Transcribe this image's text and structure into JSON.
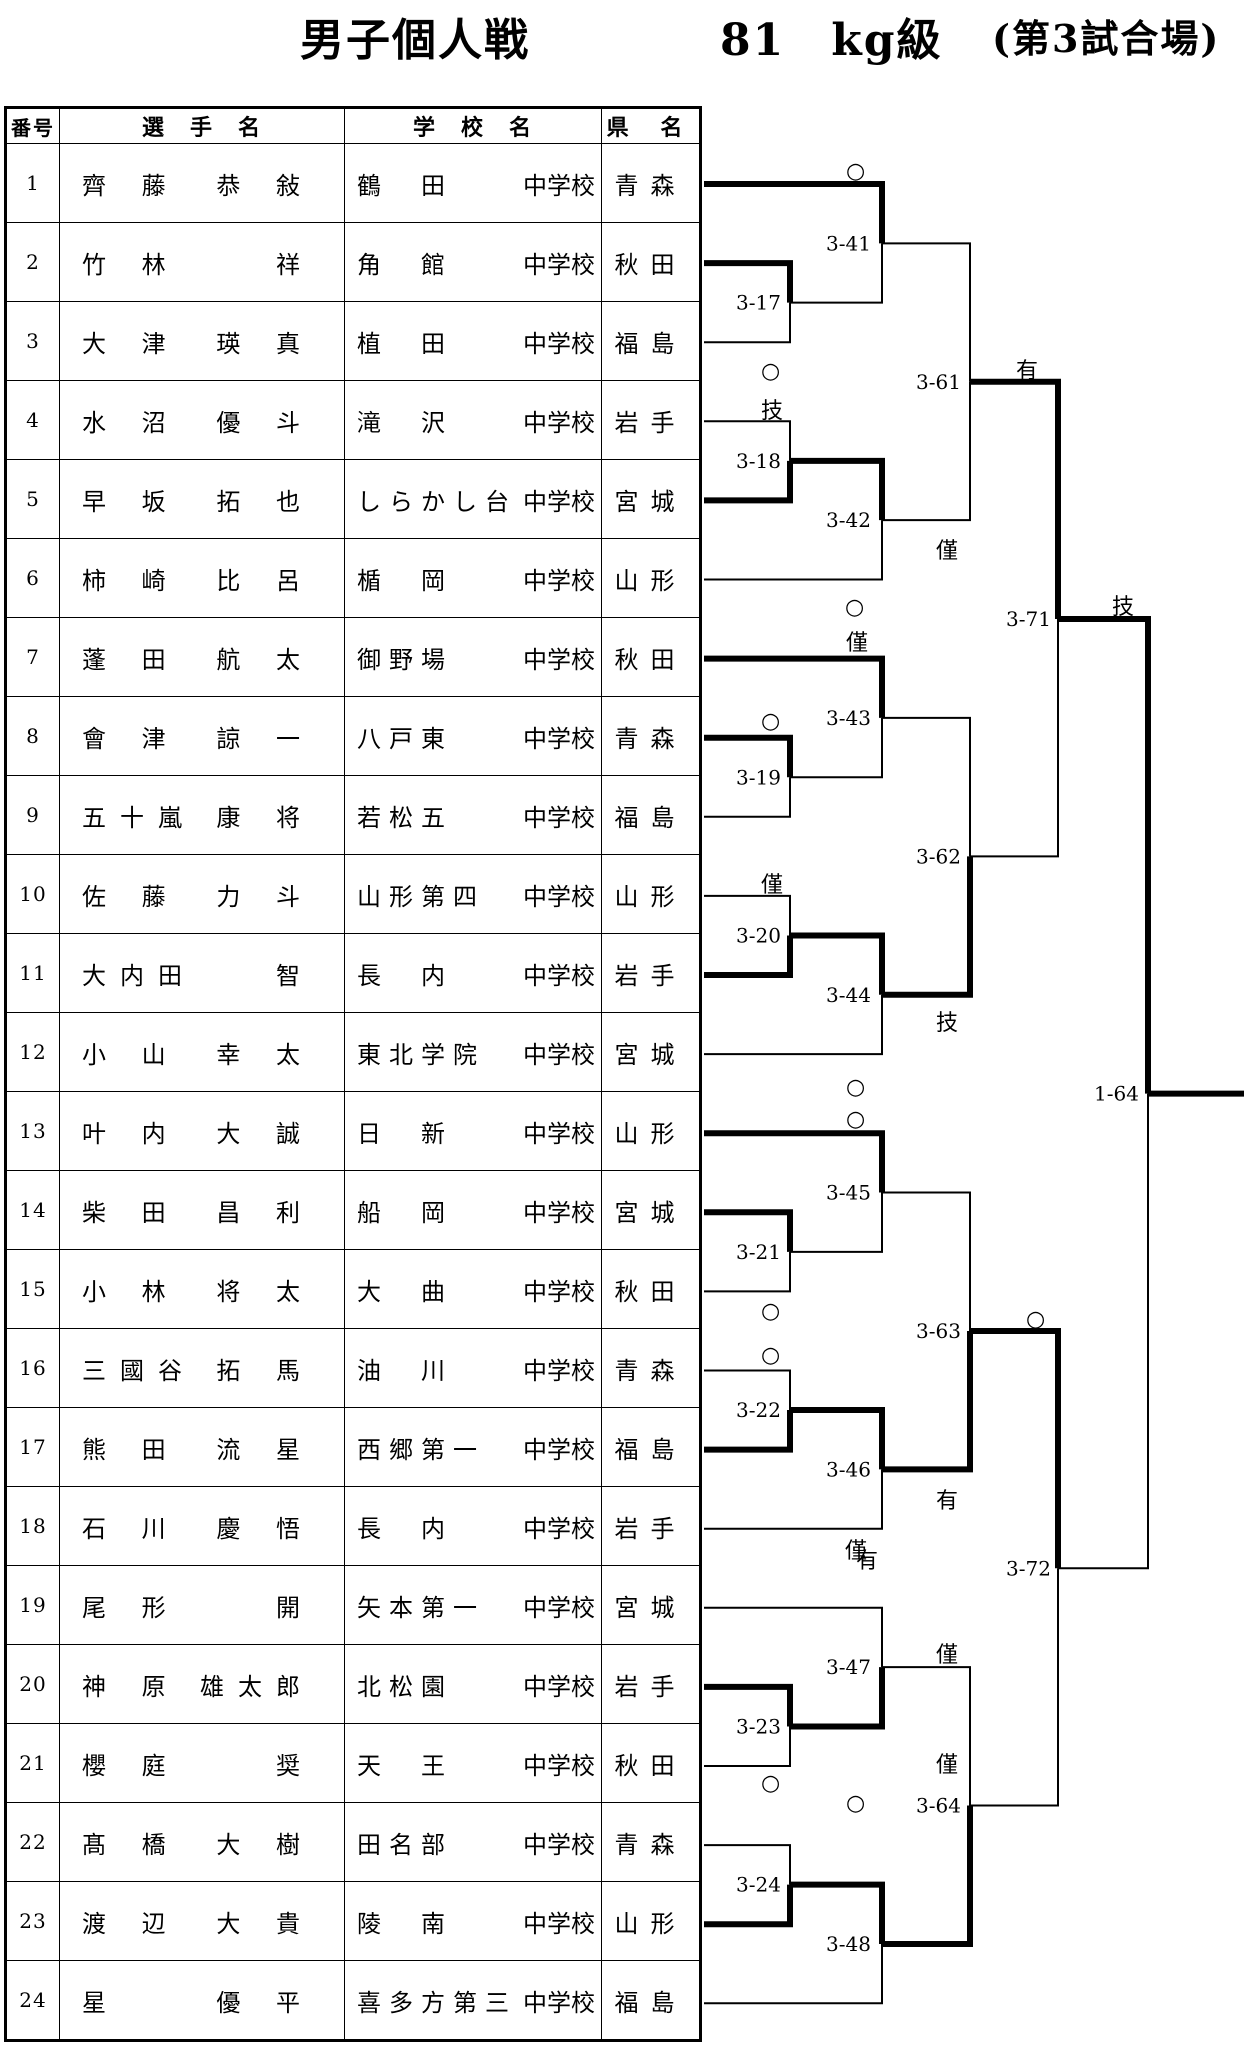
{
  "header": {
    "event": "男子個人戦",
    "weight": "81　kg級",
    "venue": "(第3試合場)"
  },
  "table": {
    "headers": [
      "番号",
      "選　手　名",
      "学　校　名",
      "県 名"
    ],
    "rows": [
      {
        "no": "1",
        "family": "齊 藤",
        "given": "恭 敍",
        "school": "鶴　田",
        "suffix": "中学校",
        "pref": "青森"
      },
      {
        "no": "2",
        "family": "竹 林",
        "given": "祥",
        "school": "角　館",
        "suffix": "中学校",
        "pref": "秋田"
      },
      {
        "no": "3",
        "family": "大 津",
        "given": "瑛 真",
        "school": "植　田",
        "suffix": "中学校",
        "pref": "福島"
      },
      {
        "no": "4",
        "family": "水 沼",
        "given": "優 斗",
        "school": "滝　沢",
        "suffix": "中学校",
        "pref": "岩手"
      },
      {
        "no": "5",
        "family": "早 坂",
        "given": "拓 也",
        "school": "しらかし台",
        "suffix": "中学校",
        "pref": "宮城"
      },
      {
        "no": "6",
        "family": "柿 崎",
        "given": "比 呂",
        "school": "楯　岡",
        "suffix": "中学校",
        "pref": "山形"
      },
      {
        "no": "7",
        "family": "蓬 田",
        "given": "航 太",
        "school": "御野場",
        "suffix": "中学校",
        "pref": "秋田"
      },
      {
        "no": "8",
        "family": "會 津",
        "given": "諒 一",
        "school": "八戸東",
        "suffix": "中学校",
        "pref": "青森"
      },
      {
        "no": "9",
        "family": "五十嵐",
        "given": "康 将",
        "school": "若松五",
        "suffix": "中学校",
        "pref": "福島"
      },
      {
        "no": "10",
        "family": "佐 藤",
        "given": "力 斗",
        "school": "山形第四",
        "suffix": "中学校",
        "pref": "山形"
      },
      {
        "no": "11",
        "family": "大内田",
        "given": "智",
        "school": "長　内",
        "suffix": "中学校",
        "pref": "岩手"
      },
      {
        "no": "12",
        "family": "小 山",
        "given": "幸 太",
        "school": "東北学院",
        "suffix": "中学校",
        "pref": "宮城"
      },
      {
        "no": "13",
        "family": "叶 内",
        "given": "大 誠",
        "school": "日　新",
        "suffix": "中学校",
        "pref": "山形"
      },
      {
        "no": "14",
        "family": "柴 田",
        "given": "昌 利",
        "school": "船　岡",
        "suffix": "中学校",
        "pref": "宮城"
      },
      {
        "no": "15",
        "family": "小 林",
        "given": "将 太",
        "school": "大　曲",
        "suffix": "中学校",
        "pref": "秋田"
      },
      {
        "no": "16",
        "family": "三國谷",
        "given": "拓 馬",
        "school": "油　川",
        "suffix": "中学校",
        "pref": "青森"
      },
      {
        "no": "17",
        "family": "熊 田",
        "given": "流 星",
        "school": "西郷第一",
        "suffix": "中学校",
        "pref": "福島"
      },
      {
        "no": "18",
        "family": "石 川",
        "given": "慶 悟",
        "school": "長　内",
        "suffix": "中学校",
        "pref": "岩手"
      },
      {
        "no": "19",
        "family": "尾 形",
        "given": "開",
        "school": "矢本第一",
        "suffix": "中学校",
        "pref": "宮城"
      },
      {
        "no": "20",
        "family": "神 原",
        "given": "雄太郎",
        "school": "北松園",
        "suffix": "中学校",
        "pref": "岩手"
      },
      {
        "no": "21",
        "family": "櫻 庭",
        "given": "奨",
        "school": "天　王",
        "suffix": "中学校",
        "pref": "秋田"
      },
      {
        "no": "22",
        "family": "髙 橋",
        "given": "大 樹",
        "school": "田名部",
        "suffix": "中学校",
        "pref": "青森"
      },
      {
        "no": "23",
        "family": "渡 辺",
        "given": "大 貴",
        "school": "陵　南",
        "suffix": "中学校",
        "pref": "山形"
      },
      {
        "no": "24",
        "family": "星",
        "given": "優 平",
        "school": "喜多方第三",
        "suffix": "中学校",
        "pref": "福島"
      }
    ]
  },
  "bracket": {
    "matches": [
      "3-17",
      "3-18",
      "3-19",
      "3-20",
      "3-21",
      "3-22",
      "3-23",
      "3-24",
      "3-41",
      "3-42",
      "3-43",
      "3-44",
      "3-45",
      "3-46",
      "3-47",
      "3-48",
      "3-61",
      "3-62",
      "3-63",
      "3-64",
      "3-71",
      "3-72",
      "1-64"
    ],
    "marks": [
      "○",
      "○",
      "技",
      "○",
      "○",
      "僅",
      "○",
      "○",
      "○",
      "僅",
      "有",
      "僅",
      "○",
      "○",
      "有",
      "僅",
      "僅",
      "○",
      "技",
      "有",
      "○",
      "僅",
      "技"
    ]
  }
}
